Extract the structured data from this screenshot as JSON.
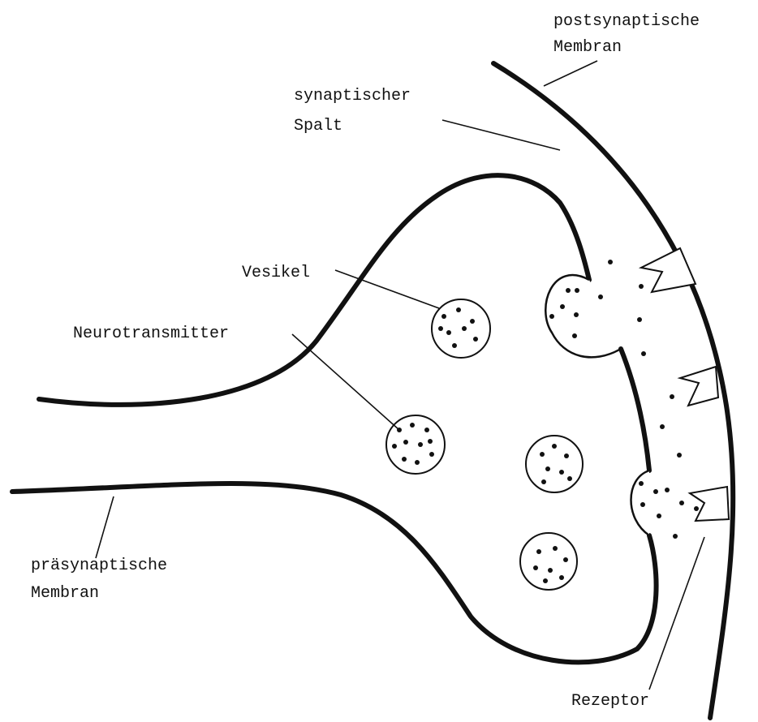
{
  "labels": {
    "post_line1": "postsynaptische",
    "post_line2": "Membran",
    "cleft_line1": "synaptischer",
    "cleft_line2": "Spalt",
    "vesicle": "Vesikel",
    "neurotransmitter": "Neurotransmitter",
    "pre_line1": "präsynaptische",
    "pre_line2": "Membran",
    "receptor": "Rezeptor"
  },
  "colors": {
    "ink": "#111111",
    "background": "#ffffff"
  }
}
